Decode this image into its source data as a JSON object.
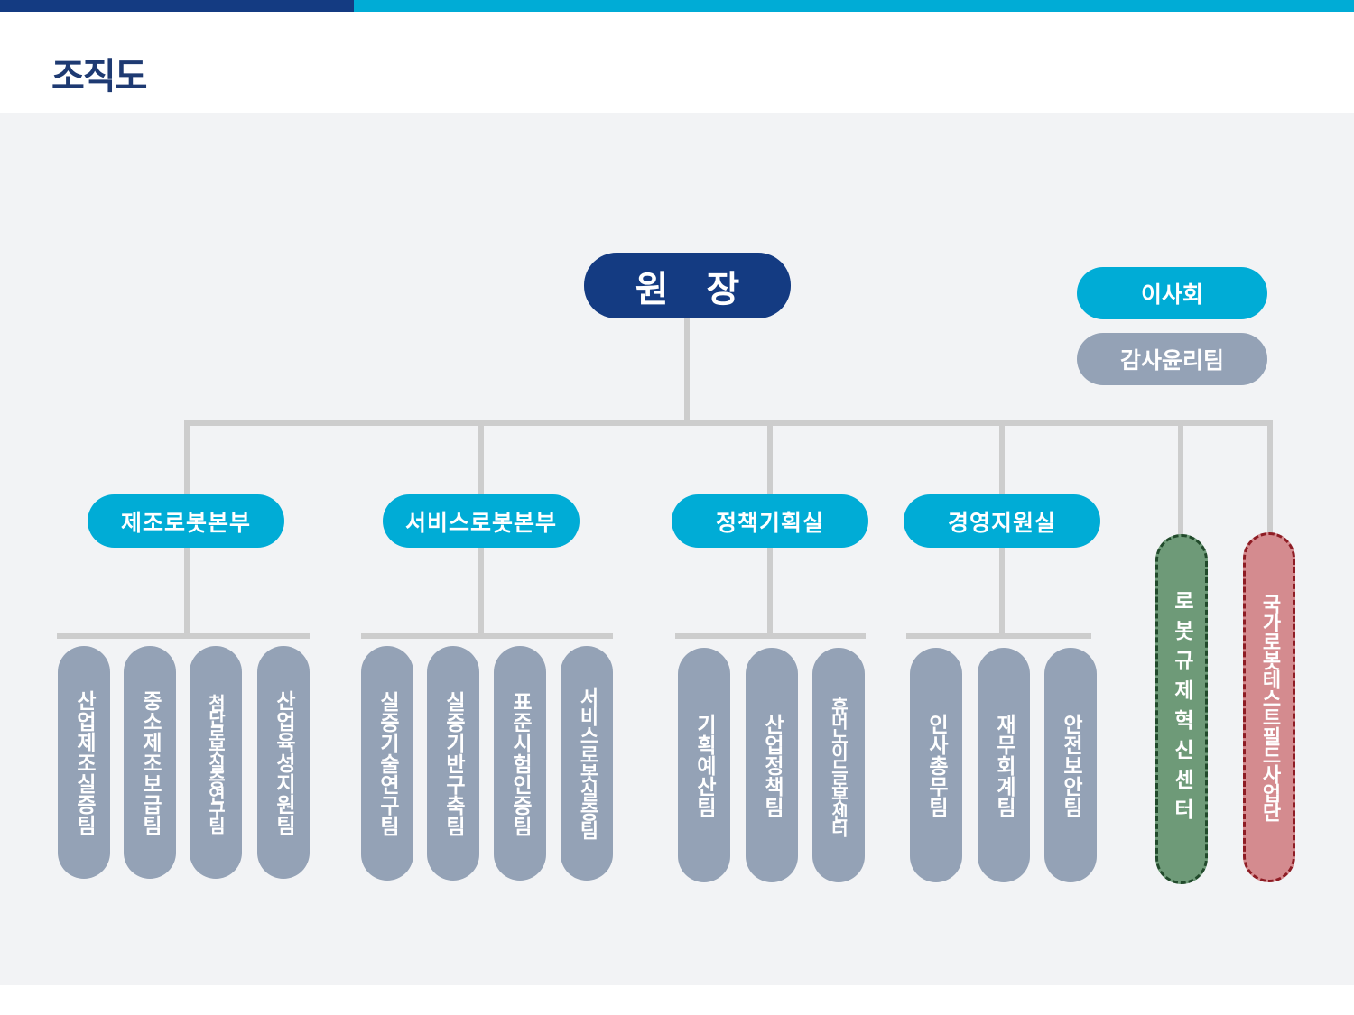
{
  "colors": {
    "header_dark": "#143b82",
    "header_light": "#00acd6",
    "title_text": "#1e3a72",
    "director": "#143b82",
    "division": "#00acd6",
    "team": "#94a2b6",
    "robot_regulation_center": "#6e9a78",
    "robot_test_field": "#d48b8f",
    "connector": "#cdcdcd",
    "canvas": "#f2f3f5"
  },
  "page_title": "조직도",
  "director": "원 장",
  "side": {
    "board": "이사회",
    "audit": "감사윤리팀"
  },
  "divisions": [
    {
      "name": "제조로봇본부",
      "teams": [
        "산업제조실증팀",
        "중소제조보급팀",
        "첨단로봇실증연구팀",
        "산업육성지원팀"
      ]
    },
    {
      "name": "서비스로봇본부",
      "teams": [
        "실증기술연구팀",
        "실증기반구축팀",
        "표준시험인증팀",
        "서비스로봇실증팀"
      ]
    },
    {
      "name": "정책기획실",
      "teams": [
        "기획예산팀",
        "산업정책팀",
        "휴머노이드로봇센터"
      ]
    },
    {
      "name": "경영지원실",
      "teams": [
        "인사총무팀",
        "재무회계팀",
        "안전보안팀"
      ]
    }
  ],
  "centers": {
    "regulation": "로봇규제혁신센터",
    "test_field": "국가로봇테스트필드사업단"
  }
}
